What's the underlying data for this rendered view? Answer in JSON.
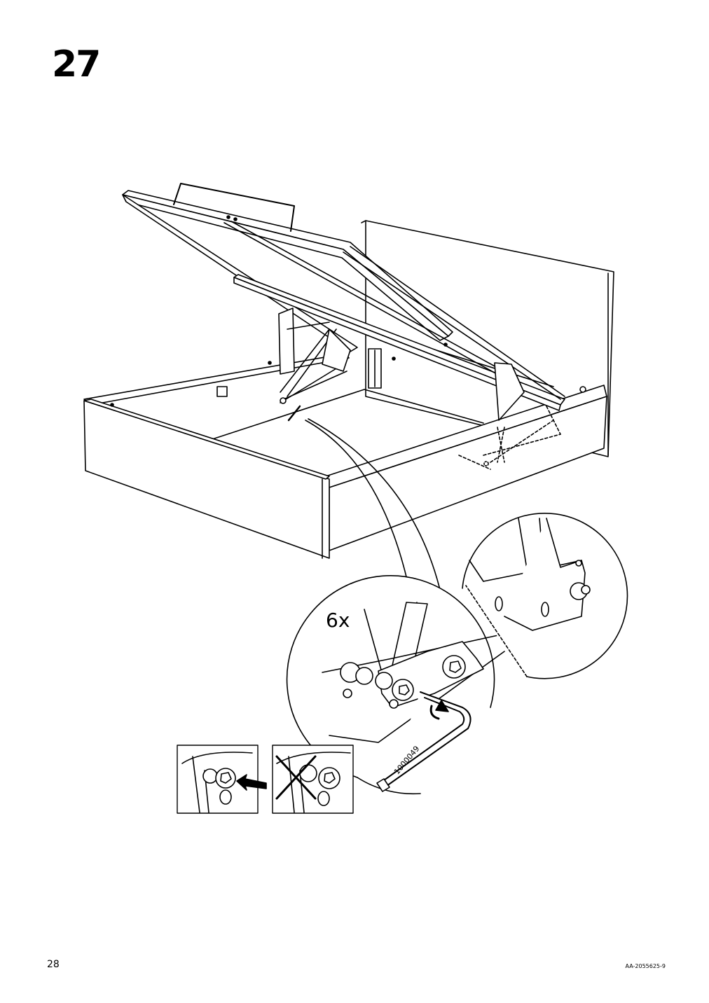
{
  "step": {
    "number": "27"
  },
  "callout": {
    "quantity": "6x",
    "tool_part_number": "1000049"
  },
  "footer": {
    "page_number": "28",
    "document_code": "AA-2055625-9"
  },
  "icons": {
    "illustration": "bed-frame-lift-mechanism",
    "correct": "bolt-fully-tightened",
    "incorrect": "bolt-not-tightened"
  }
}
